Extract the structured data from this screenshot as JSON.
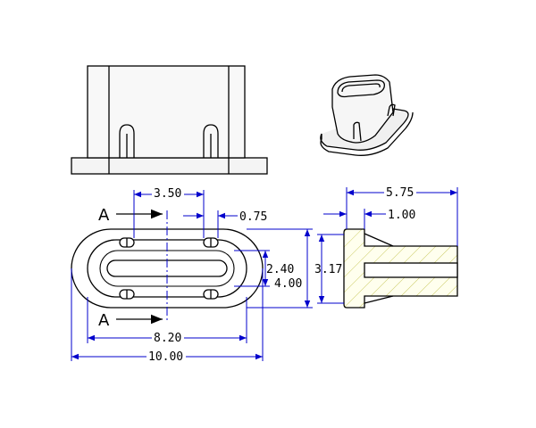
{
  "colors": {
    "outline": "#000000",
    "dimension": "#0000cc",
    "section_hatch": "#cccc66",
    "section_fill": "#ffffee",
    "centerline": "#0000cc"
  },
  "views": {
    "front_view": {
      "name": "front-elevation"
    },
    "iso_view": {
      "name": "isometric"
    },
    "top_view": {
      "name": "top-plan"
    },
    "section_view": {
      "name": "section-a-a"
    }
  },
  "section_label_top": "A",
  "section_label_bottom": "A",
  "dimensions": {
    "pin_spacing": "3.50",
    "pin_width": "0.75",
    "slot_height": "2.40",
    "body_height": "4.00",
    "slot_length": "8.20",
    "overall_length": "10.00",
    "overall_depth": "5.75",
    "flange_thickness": "1.00",
    "plug_height": "3.17"
  }
}
